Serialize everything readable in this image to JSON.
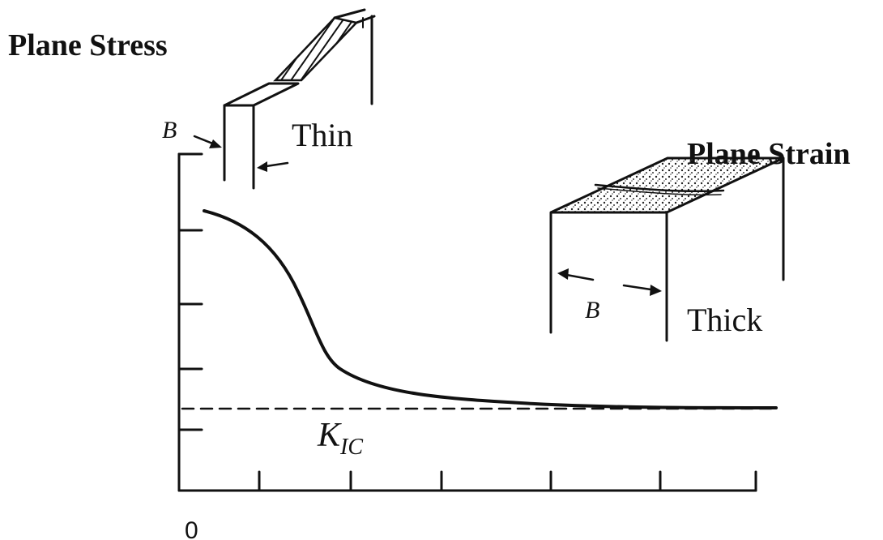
{
  "labels": {
    "plane_stress": "Plane Stress",
    "plane_strain": "Plane Strain",
    "thin": "Thin",
    "thick": "Thick",
    "thickness_symbol": "B",
    "kic_main": "K",
    "kic_sub": "IC",
    "x_origin": "0"
  },
  "colors": {
    "ink": "#111111",
    "background": "#ffffff"
  }
}
